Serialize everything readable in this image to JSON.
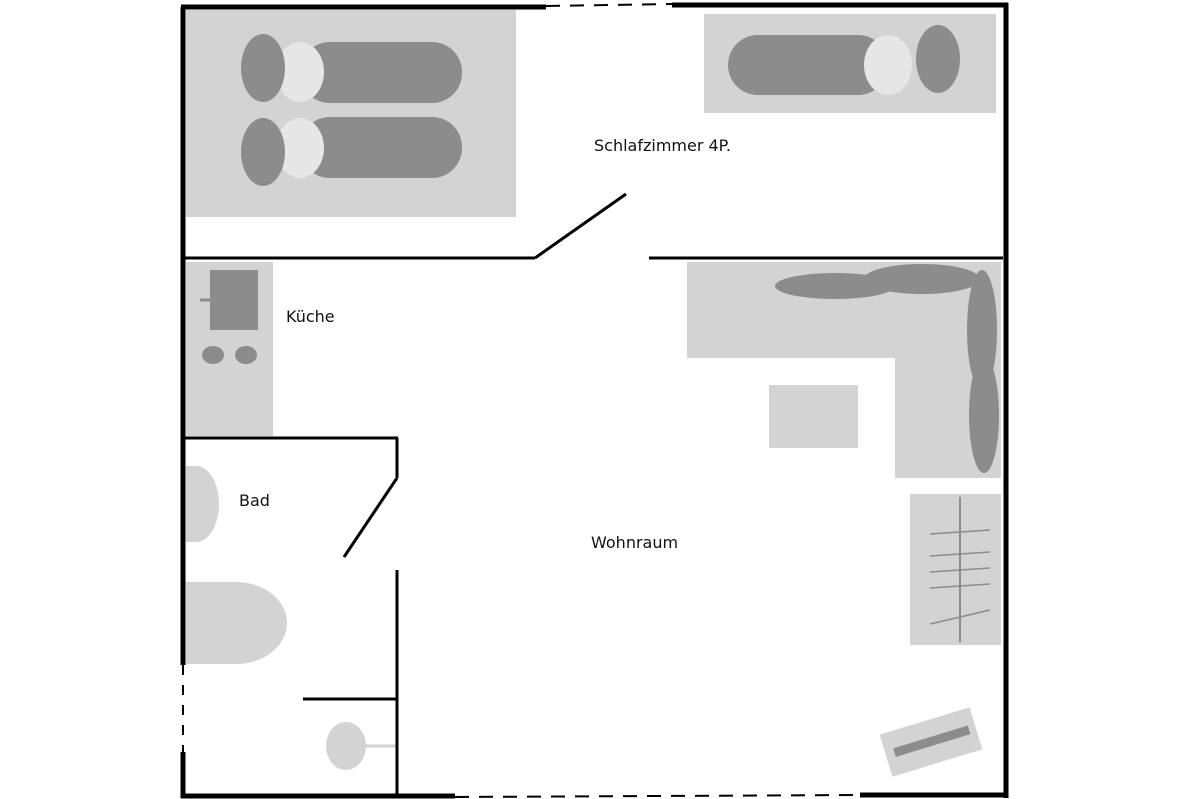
{
  "floorplan": {
    "rooms": {
      "schlafzimmer": "Schlafzimmer 4P.",
      "kueche": "Küche",
      "bad": "Bad",
      "wohnraum": "Wohnraum"
    },
    "colors": {
      "wall": "#000000",
      "furniture": "#d3d3d3",
      "furniture_dark": "#8c8c8c",
      "background": "#ffffff"
    }
  }
}
